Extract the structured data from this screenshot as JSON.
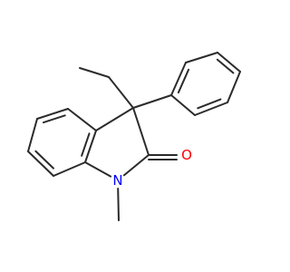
{
  "molecule": {
    "colors": {
      "bond": "#2b2b2b",
      "oxygen": "#ff0000",
      "nitrogen": "#0000ff",
      "background": "#ffffff"
    },
    "atoms": [
      {
        "id": "c3",
        "element": "C",
        "label": ""
      },
      {
        "id": "c2",
        "element": "C",
        "label": ""
      },
      {
        "id": "o",
        "element": "O",
        "label": "O"
      },
      {
        "id": "n1",
        "element": "N",
        "label": "N"
      },
      {
        "id": "me",
        "element": "C",
        "label": ""
      },
      {
        "id": "c7a",
        "element": "C",
        "label": ""
      },
      {
        "id": "c3a",
        "element": "C",
        "label": ""
      },
      {
        "id": "c4",
        "element": "C",
        "label": ""
      },
      {
        "id": "c5",
        "element": "C",
        "label": ""
      },
      {
        "id": "c6",
        "element": "C",
        "label": ""
      },
      {
        "id": "c7",
        "element": "C",
        "label": ""
      },
      {
        "id": "et1",
        "element": "C",
        "label": ""
      },
      {
        "id": "et2",
        "element": "C",
        "label": ""
      },
      {
        "id": "p1",
        "element": "C",
        "label": ""
      },
      {
        "id": "p2",
        "element": "C",
        "label": ""
      },
      {
        "id": "p3",
        "element": "C",
        "label": ""
      },
      {
        "id": "p4",
        "element": "C",
        "label": ""
      },
      {
        "id": "p5",
        "element": "C",
        "label": ""
      },
      {
        "id": "p6",
        "element": "C",
        "label": ""
      }
    ],
    "bonds": [
      {
        "from": "c3",
        "to": "c2",
        "order": 1
      },
      {
        "from": "c2",
        "to": "o",
        "order": 2
      },
      {
        "from": "c2",
        "to": "n1",
        "order": 1
      },
      {
        "from": "n1",
        "to": "me",
        "order": 1
      },
      {
        "from": "n1",
        "to": "c7a",
        "order": 1
      },
      {
        "from": "c7a",
        "to": "c3a",
        "order": 2
      },
      {
        "from": "c3a",
        "to": "c3",
        "order": 1
      },
      {
        "from": "c3a",
        "to": "c4",
        "order": 1
      },
      {
        "from": "c4",
        "to": "c5",
        "order": 2
      },
      {
        "from": "c5",
        "to": "c6",
        "order": 1
      },
      {
        "from": "c6",
        "to": "c7",
        "order": 2
      },
      {
        "from": "c7",
        "to": "c7a",
        "order": 1
      },
      {
        "from": "c3",
        "to": "et1",
        "order": 1
      },
      {
        "from": "et1",
        "to": "et2",
        "order": 1
      },
      {
        "from": "c3",
        "to": "p1",
        "order": 1
      },
      {
        "from": "p1",
        "to": "p2",
        "order": 2
      },
      {
        "from": "p2",
        "to": "p3",
        "order": 1
      },
      {
        "from": "p3",
        "to": "p4",
        "order": 2
      },
      {
        "from": "p4",
        "to": "p5",
        "order": 1
      },
      {
        "from": "p5",
        "to": "p6",
        "order": 2
      },
      {
        "from": "p6",
        "to": "p1",
        "order": 1
      }
    ]
  }
}
